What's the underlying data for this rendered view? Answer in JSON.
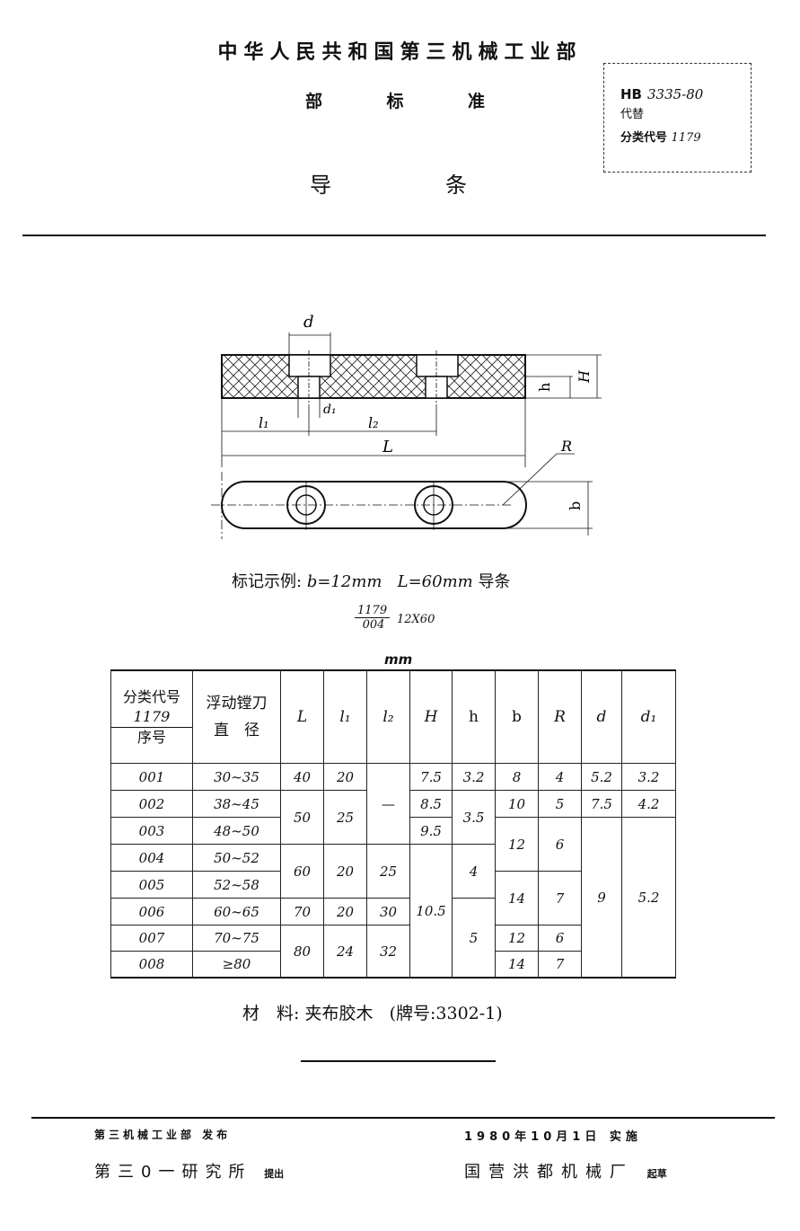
{
  "header": {
    "ministry": "中华人民共和国第三机械工业部",
    "standard_type": [
      "部",
      "标",
      "准"
    ],
    "doc_title": [
      "导",
      "条"
    ]
  },
  "code_box": {
    "prefix": "HB",
    "number": "3335-80",
    "replaces": "代替",
    "class_label": "分类代号",
    "class_code": "1179"
  },
  "drawing": {
    "labels": {
      "d": "d",
      "d1": "d₁",
      "l1": "l₁",
      "l2": "l₂",
      "L": "L",
      "H": "H",
      "h": "h",
      "R": "R",
      "b": "b"
    }
  },
  "marking": {
    "label": "标记示例:",
    "b_part": "b=12mm",
    "L_part": "L=60mm",
    "suffix": "导条",
    "frac_num": "1179",
    "frac_den": "004",
    "frac_rest": "12X60"
  },
  "unit": "mm",
  "table": {
    "header": {
      "class_top": "分类代号",
      "class_code": "1179",
      "class_bottom": "序号",
      "diam_top": "浮动镗刀",
      "diam_bottom": "直　径",
      "cols": [
        "L",
        "l₁",
        "l₂",
        "H",
        "h",
        "b",
        "R",
        "d",
        "d₁"
      ]
    },
    "rows": [
      {
        "no": "001",
        "dia": "30~35",
        "L": "40",
        "l1": "20",
        "H": "7.5",
        "h": "3.2",
        "b": "8",
        "R": "4",
        "d": "5.2",
        "d1": "3.2"
      },
      {
        "no": "002",
        "dia": "38~45",
        "L": "50",
        "l1": "25",
        "l2": "—",
        "H": "8.5",
        "h": "3.5",
        "b": "10",
        "R": "5",
        "d": "7.5",
        "d1": "4.2"
      },
      {
        "no": "003",
        "dia": "48~50",
        "H": "9.5",
        "b": "12",
        "R": "6"
      },
      {
        "no": "004",
        "dia": "50~52",
        "L": "60",
        "l1": "20",
        "l2": "25",
        "h": "4",
        "d": "9",
        "d1": "5.2"
      },
      {
        "no": "005",
        "dia": "52~58",
        "H": "10.5",
        "b": "14",
        "R": "7"
      },
      {
        "no": "006",
        "dia": "60~65",
        "L": "70",
        "l1": "20",
        "l2": "30",
        "h": "5"
      },
      {
        "no": "007",
        "dia": "70~75",
        "L": "80",
        "l1": "24",
        "l2": "32",
        "b": "12",
        "R": "6"
      },
      {
        "no": "008",
        "dia": "≥80",
        "b": "14",
        "R": "7"
      }
    ]
  },
  "material": {
    "label": "材　料:",
    "name": "夹布胶木",
    "grade": "(牌号:3302-1)"
  },
  "footer": {
    "issued": "第三机械工业部 发布",
    "proposed_by": "第三0一研究所",
    "proposed_tag": "提出",
    "date": "1980年10月1日 实施",
    "drafted_by": "国营洪都机械厂",
    "drafted_tag": "起草"
  }
}
